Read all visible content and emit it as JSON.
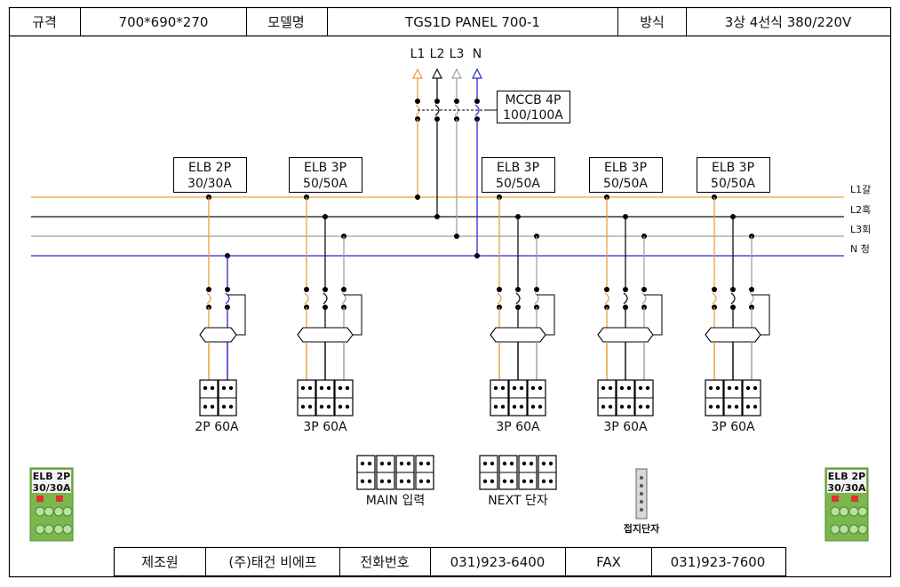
{
  "header": {
    "spec_label": "규격",
    "spec_value": "700*690*270",
    "model_label": "모델명",
    "model_value": "TGS1D PANEL 700-1",
    "method_label": "방식",
    "method_value": "3상 4선식 380/220V"
  },
  "footer": {
    "maker_label": "제조원",
    "maker_value": "(주)태건 비에프",
    "phone_label": "전화번호",
    "phone_value": "031)923-6400",
    "fax_label": "FAX",
    "fax_value": "031)923-7600"
  },
  "incoming_labels": [
    "L1",
    "L2",
    "L3",
    "N"
  ],
  "main_breaker": {
    "line1": "MCCB 4P",
    "line2": "100/100A"
  },
  "bus_labels": [
    "L1갈",
    "L2흑",
    "L3회",
    "N 청"
  ],
  "branches": [
    {
      "label1": "ELB 2P",
      "label2": "30/30A",
      "terminal": "2P 60A"
    },
    {
      "label1": "ELB 3P",
      "label2": "50/50A",
      "terminal": "3P 60A"
    },
    {
      "label1": "ELB 3P",
      "label2": "50/50A",
      "terminal": "3P 60A"
    },
    {
      "label1": "ELB 3P",
      "label2": "50/50A",
      "terminal": "3P 60A"
    },
    {
      "label1": "ELB 3P",
      "label2": "50/50A",
      "terminal": "3P 60A"
    }
  ],
  "main_input_label": "MAIN 입력",
  "next_terminal_label": "NEXT 단자",
  "ground_terminal_label": "접지단자",
  "side_badge": {
    "line1": "ELB 2P",
    "line2": "30/30A"
  },
  "colors": {
    "L1": "#e8a040",
    "L2": "#111111",
    "L3": "#a0a0a0",
    "N": "#2a2ad0",
    "badge": "#6ab04c"
  }
}
